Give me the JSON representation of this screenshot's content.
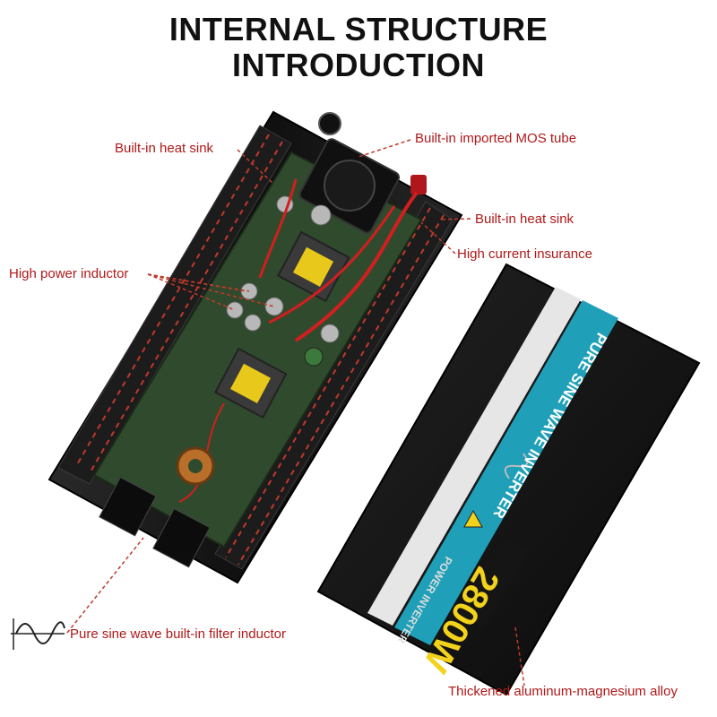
{
  "title": {
    "line1": "INTERNAL STRUCTURE",
    "line2": "INTRODUCTION"
  },
  "callouts": {
    "heat_sink_left": "Built-in heat sink",
    "mos_tube": "Built-in imported MOS tube",
    "heat_sink_right": "Built-in heat sink",
    "current_insurance": "High current insurance",
    "power_inductor": "High power inductor",
    "filter_inductor": "Pure sine wave built-in filter inductor",
    "aluminum_alloy": "Thickened aluminum-magnesium alloy"
  },
  "product_panel": {
    "heading": "PURE SINE WAVE INVERTER",
    "power_rating": "2800W",
    "subheading": "POWER INVERTER"
  },
  "colors": {
    "callout_text": "#b01818",
    "leader_line": "#c0392b",
    "panel_accent": "#1fa0b8",
    "rating_yellow": "#f2d21b",
    "casing": "#151515"
  }
}
